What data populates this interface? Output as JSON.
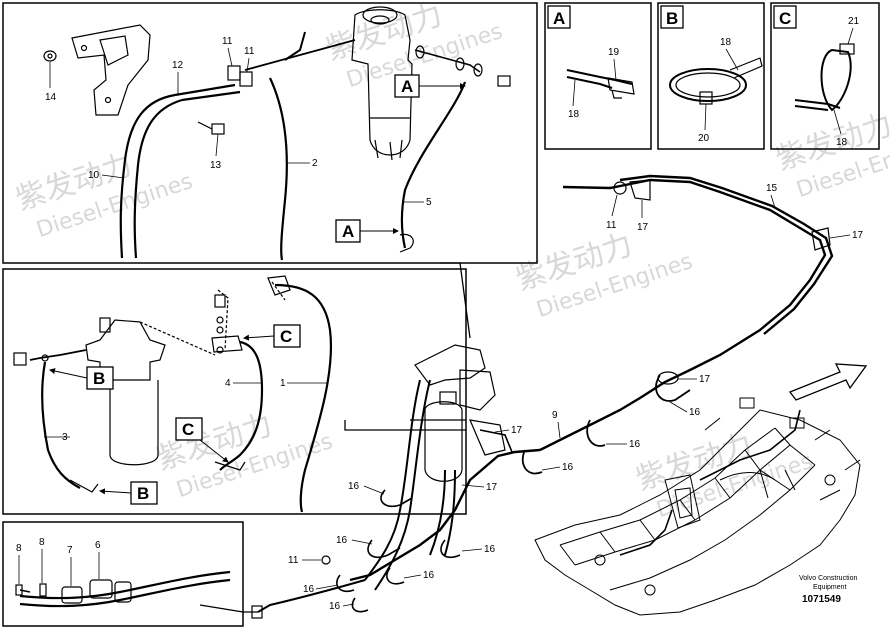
{
  "watermark": {
    "brand_cn": "紫发动力",
    "brand_en": "Diesel-Engines"
  },
  "panel_labels": {
    "a": "A",
    "b": "B",
    "c": "C"
  },
  "callouts": {
    "a": "A",
    "b": "B",
    "c": "C"
  },
  "part_numbers": {
    "p1": "1",
    "p2": "2",
    "p3": "3",
    "p4": "4",
    "p5": "5",
    "p6": "6",
    "p7": "7",
    "p8": "8",
    "p9": "9",
    "p10": "10",
    "p11": "11",
    "p12": "12",
    "p13": "13",
    "p14": "14",
    "p15": "15",
    "p16": "16",
    "p17": "17",
    "p18": "18",
    "p19": "19",
    "p20": "20",
    "p21": "21"
  },
  "credit": {
    "line1": "Volvo Construction",
    "line2": "Equipment",
    "id": "1071549"
  },
  "colors": {
    "line": "#000000",
    "watermark": "#d8d8d8",
    "background": "#ffffff"
  }
}
